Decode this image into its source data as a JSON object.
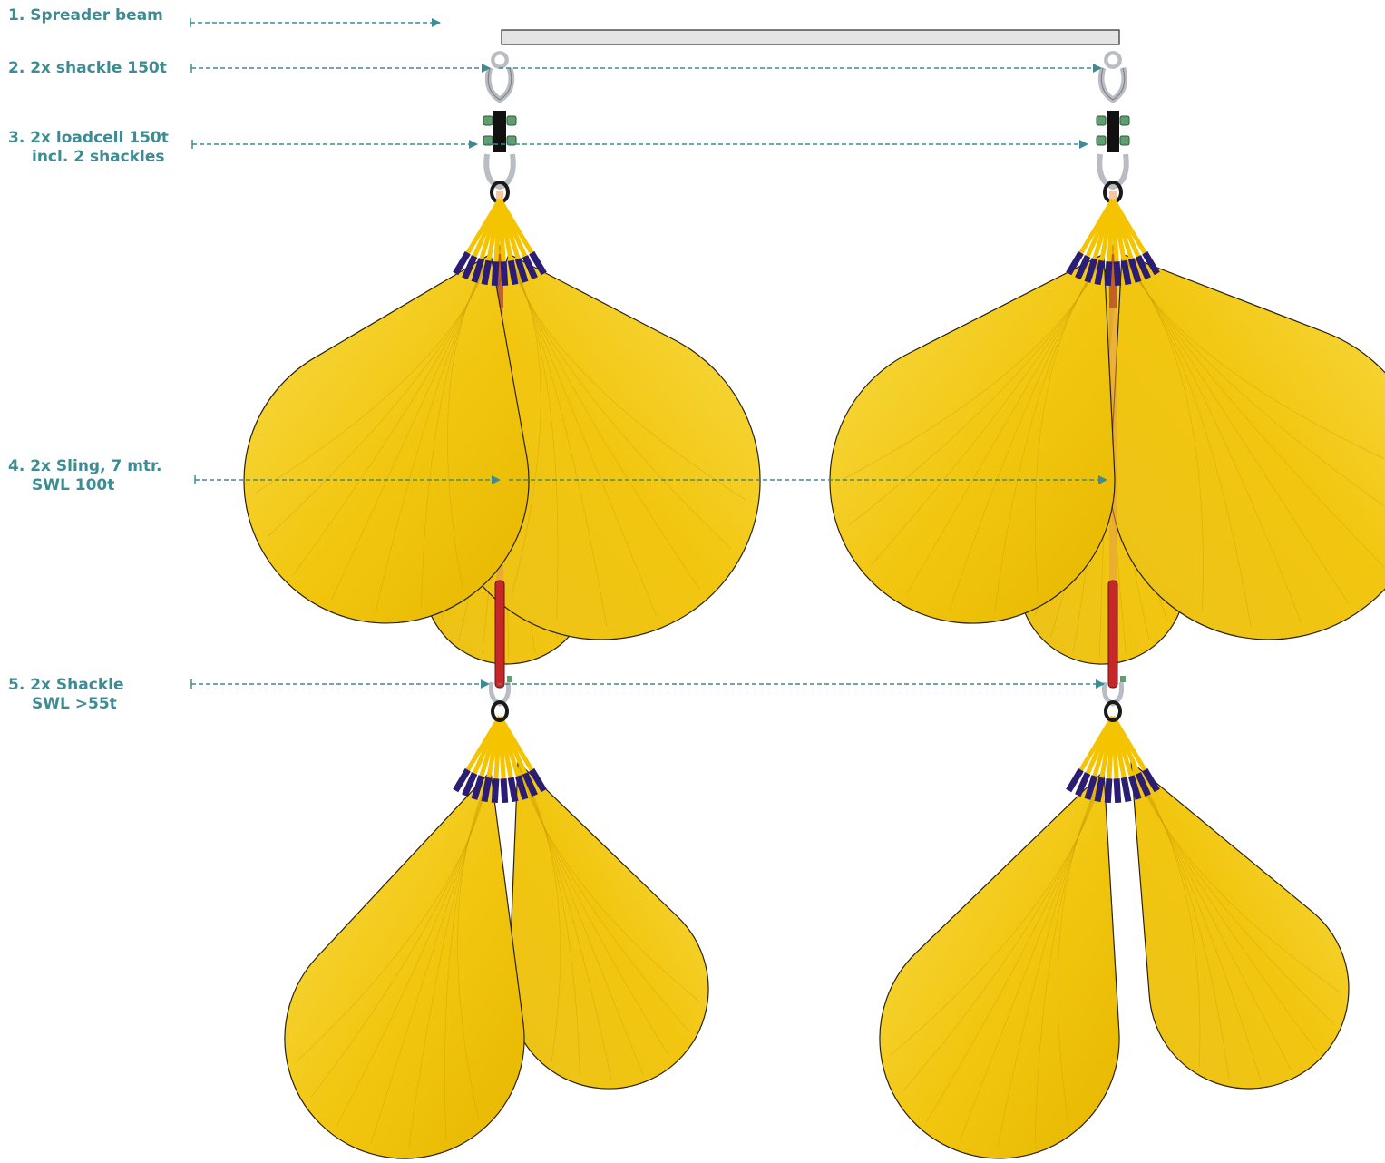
{
  "colors": {
    "label_text": "#3d8c93",
    "leader_line": "#3d8c93",
    "bag_fill": "#f2c60f",
    "bag_highlight": "#f7dc4a",
    "bag_outline": "#2a2210",
    "strap_band": "#2b1d73",
    "webbing": "#f5c400",
    "sling": "#c62828",
    "shackle_metal": "#b9bcc2",
    "loadcell_body": "#111111",
    "bolt_green": "#5f9e6e",
    "beam_fill": "#e4e4e4",
    "beam_outline": "#2b2b2b"
  },
  "labels": [
    {
      "id": "spreader-beam",
      "lines": [
        "1. Spreader beam"
      ]
    },
    {
      "id": "shackle-150t",
      "lines": [
        "2. 2x shackle 150t"
      ]
    },
    {
      "id": "loadcell-150t",
      "lines": [
        "3. 2x loadcell 150t",
        "incl. 2 shackles"
      ]
    },
    {
      "id": "sling-7m",
      "lines": [
        "4. 2x Sling, 7 mtr.",
        "SWL 100t"
      ]
    },
    {
      "id": "shackle-55t",
      "lines": [
        "5. 2x Shackle",
        "SWL >55t"
      ]
    }
  ],
  "components": {
    "spreader_beam": "spreader-beam",
    "lift_points": 2,
    "lift_bags_per_point": 2,
    "bag_name": "lift-bag",
    "icons": [
      "shackle-icon",
      "loadcell-icon",
      "sling-icon",
      "lift-bag-icon"
    ]
  }
}
